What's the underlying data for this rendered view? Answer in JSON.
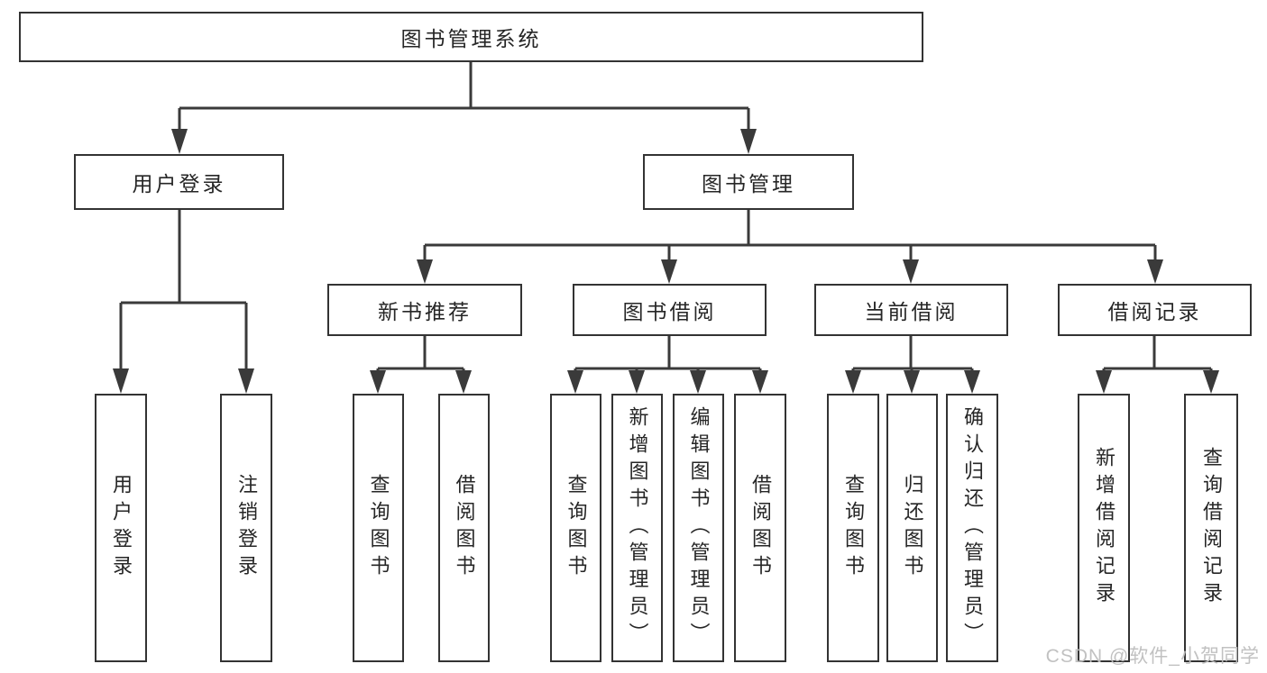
{
  "page": {
    "watermark": "CSDN @软件_小贺同学",
    "colors": {
      "line": "#3a3a3a",
      "box_border": "#333333",
      "box_fill": "#ffffff",
      "text": "#262626",
      "background": "#ffffff",
      "watermark": "#bebebe"
    }
  },
  "nodes": {
    "root": {
      "label": "图书管理系统",
      "level": 1
    },
    "user_login": {
      "label": "用户登录",
      "level": 2
    },
    "book_mgmt": {
      "label": "图书管理",
      "level": 2
    },
    "login": {
      "label": "用户登录",
      "level": 3
    },
    "logout": {
      "label": "注销登录",
      "level": 3
    },
    "new_book_rec": {
      "label": "新书推荐",
      "level": 3
    },
    "book_borrow": {
      "label": "图书借阅",
      "level": 3
    },
    "current_borrow": {
      "label": "当前借阅",
      "level": 3
    },
    "borrow_records": {
      "label": "借阅记录",
      "level": 3
    },
    "nbr_query": {
      "label": "查询图书",
      "level": 4
    },
    "nbr_borrow": {
      "label": "借阅图书",
      "level": 4
    },
    "bb_query": {
      "label": "查询图书",
      "level": 4
    },
    "bb_add": {
      "label": "新增图书（管理员）",
      "level": 4
    },
    "bb_edit": {
      "label": "编辑图书（管理员）",
      "level": 4
    },
    "bb_borrow": {
      "label": "借阅图书",
      "level": 4
    },
    "cb_query": {
      "label": "查询图书",
      "level": 4
    },
    "cb_return": {
      "label": "归还图书",
      "level": 4
    },
    "cb_confirm": {
      "label": "确认归还（管理员）",
      "level": 4
    },
    "br_add": {
      "label": "新增借阅记录",
      "level": 4
    },
    "br_query": {
      "label": "查询借阅记录",
      "level": 4
    }
  },
  "hierarchy": {
    "edges": [
      [
        "root",
        "user_login"
      ],
      [
        "root",
        "book_mgmt"
      ],
      [
        "user_login",
        "login"
      ],
      [
        "user_login",
        "logout"
      ],
      [
        "book_mgmt",
        "new_book_rec"
      ],
      [
        "book_mgmt",
        "book_borrow"
      ],
      [
        "book_mgmt",
        "current_borrow"
      ],
      [
        "book_mgmt",
        "borrow_records"
      ],
      [
        "new_book_rec",
        "nbr_query"
      ],
      [
        "new_book_rec",
        "nbr_borrow"
      ],
      [
        "book_borrow",
        "bb_query"
      ],
      [
        "book_borrow",
        "bb_add"
      ],
      [
        "book_borrow",
        "bb_edit"
      ],
      [
        "book_borrow",
        "bb_borrow"
      ],
      [
        "current_borrow",
        "cb_query"
      ],
      [
        "current_borrow",
        "cb_return"
      ],
      [
        "current_borrow",
        "cb_confirm"
      ],
      [
        "borrow_records",
        "br_add"
      ],
      [
        "borrow_records",
        "br_query"
      ]
    ]
  }
}
